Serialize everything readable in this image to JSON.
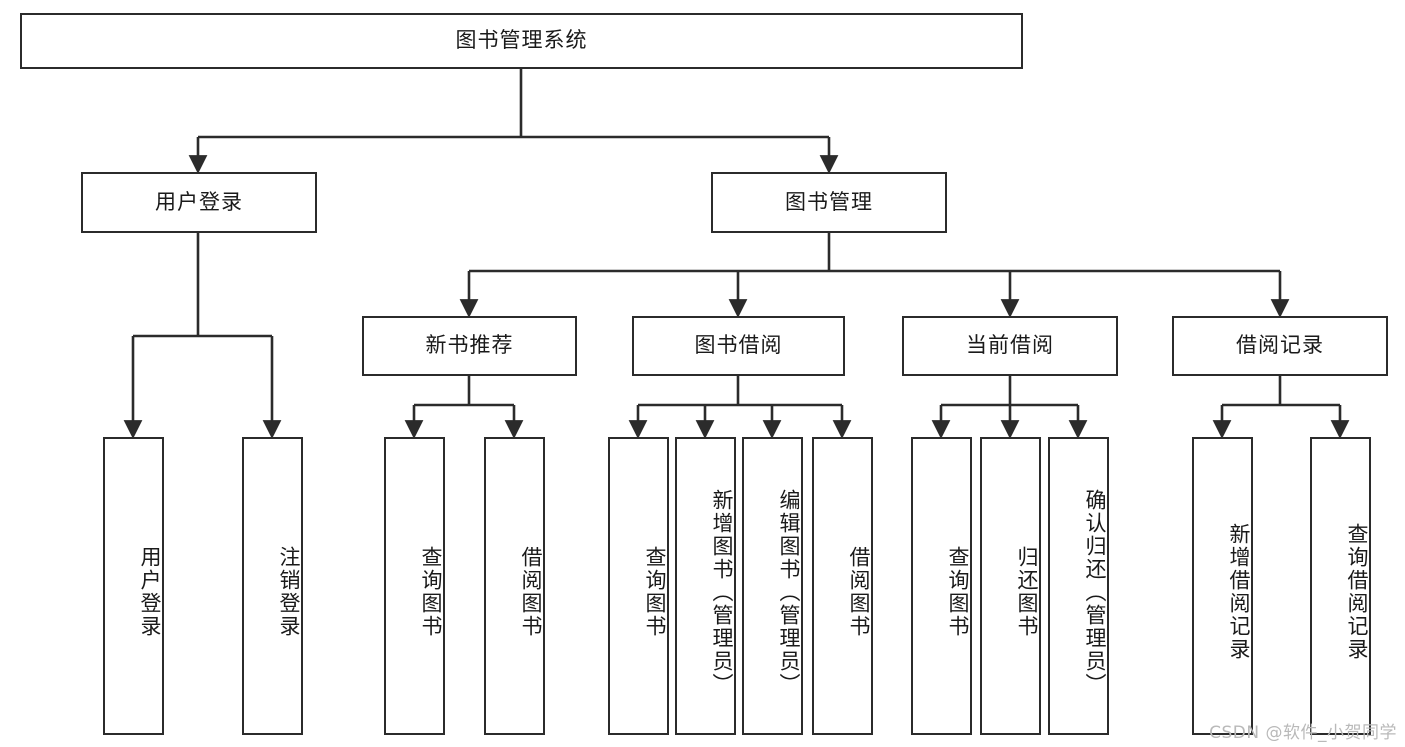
{
  "diagram": {
    "title": "图书管理系统",
    "type": "tree",
    "levels": {
      "root": {
        "label": "图书管理系统"
      },
      "level2": [
        {
          "label": "用户登录"
        },
        {
          "label": "图书管理"
        }
      ],
      "level3": [
        {
          "label": "新书推荐"
        },
        {
          "label": "图书借阅"
        },
        {
          "label": "当前借阅"
        },
        {
          "label": "借阅记录"
        }
      ],
      "leaves": [
        {
          "label": "用户登录"
        },
        {
          "label": "注销登录"
        },
        {
          "label": "查询图书"
        },
        {
          "label": "借阅图书"
        },
        {
          "label": "查询图书"
        },
        {
          "label": "新增图书（管理员）"
        },
        {
          "label": "编辑图书（管理员）"
        },
        {
          "label": "借阅图书"
        },
        {
          "label": "查询图书"
        },
        {
          "label": "归还图书"
        },
        {
          "label": "确认归还（管理员）"
        },
        {
          "label": "新增借阅记录"
        },
        {
          "label": "查询借阅记录"
        }
      ]
    },
    "colors": {
      "border": "#2b2b2b",
      "background": "#ffffff",
      "text": "#1a1a1a",
      "watermark": "#b9b9b9"
    }
  },
  "watermark": {
    "text": "CSDN @软件_小贺同学"
  }
}
